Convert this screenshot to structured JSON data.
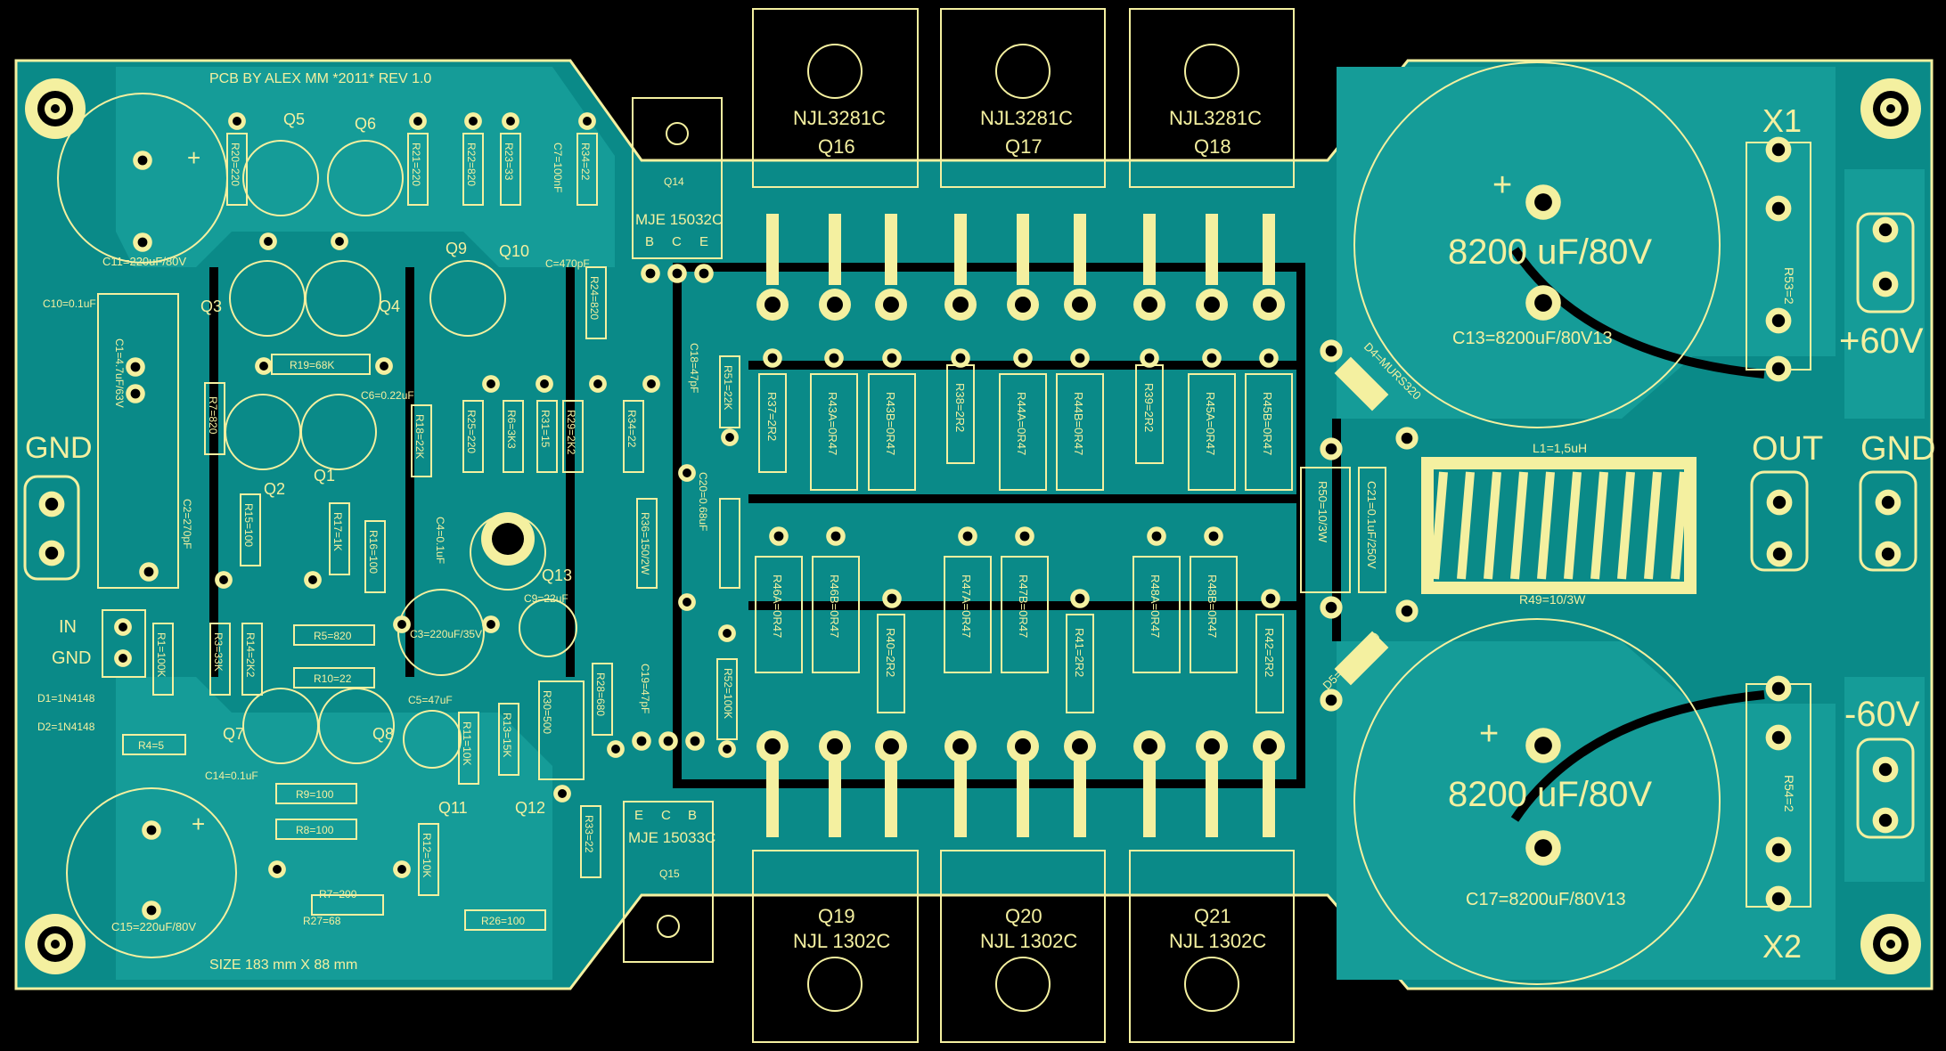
{
  "header_note": "PCB BY ALEX MM *2011* REV 1.0",
  "size_note": "SIZE 183 mm X 88 mm",
  "connectors": {
    "x1": "X1",
    "x2": "X2",
    "plus60": "+60V",
    "minus60": "-60V",
    "out": "OUT",
    "gnd_right": "GND",
    "gnd_left": "GND",
    "in": "IN",
    "in_gnd": "GND"
  },
  "big_caps": {
    "top_value": "8200 uF/80V",
    "top_ref": "C13=8200uF/80V13",
    "bottom_value": "8200 uF/80V",
    "bottom_ref": "C17=8200uF/80V13",
    "plus_sign": "+"
  },
  "power_top": [
    {
      "part": "NJL3281C",
      "ref": "Q16"
    },
    {
      "part": "NJL3281C",
      "ref": "Q17"
    },
    {
      "part": "NJL3281C",
      "ref": "Q18"
    }
  ],
  "power_bottom": [
    {
      "ref": "Q19",
      "part": "NJL 1302C"
    },
    {
      "ref": "Q20",
      "part": "NJL 1302C"
    },
    {
      "ref": "Q21",
      "part": "NJL 1302C"
    }
  ],
  "drivers": {
    "q14_ref": "Q14",
    "q14_part": "MJE 15032C",
    "q15_ref": "Q15",
    "q15_part": "MJE 15033C",
    "q14_pins": [
      "B",
      "C",
      "E"
    ],
    "q15_pins": [
      "E",
      "C",
      "B"
    ]
  },
  "inductor": {
    "label": "L1=1,5uH",
    "resistor": "R49=10/3W"
  },
  "diodes": {
    "d4": "D4=MURS320",
    "d5": "D5=MURS320"
  },
  "right_parts": {
    "r53": "R53=2",
    "r54": "R54=2",
    "r50": "R50=10/3W",
    "c21": "C21=0.1uF/250V"
  },
  "emitter_top": [
    "R37=2R2",
    "R43A=0R47",
    "R43B=0R47",
    "R38=2R2",
    "R44A=0R47",
    "R44B=0R47",
    "R39=2R2",
    "R45A=0R47",
    "R45B=0R47"
  ],
  "emitter_bottom": [
    "R46A=0R47",
    "R46B=0R47",
    "R40=2R2",
    "R47A=0R47",
    "R47B=0R47",
    "R41=2R2",
    "R48A=0R47",
    "R48B=0R47",
    "R42=2R2"
  ],
  "small_transistors": [
    "Q1",
    "Q2",
    "Q3",
    "Q4",
    "Q5",
    "Q6",
    "Q7",
    "Q8",
    "Q9",
    "Q10",
    "Q11",
    "Q12",
    "Q13"
  ],
  "small_caps": {
    "c11": "C11=220uF/80V",
    "c15": "C15=220uF/80V",
    "c10": "C10=0.1uF",
    "c14": "C14=0.1uF",
    "c1": "C1=4.7uF/63V",
    "c2": "C2=270pF",
    "c3": "C3=220uF/35V",
    "c9": "C9=22uF",
    "c5": "C5=47uF",
    "c4": "C4=0.1uF",
    "c6": "C6=0.22uF",
    "c7": "C7=100nF",
    "c8": "C=470pF",
    "c18": "C18=47pF",
    "c19": "C19=47pF",
    "c20": "C20=0.68uF"
  },
  "small_res": {
    "r20": "R20=220",
    "r21": "R21=220",
    "r22": "R22=820",
    "r23": "R23=33",
    "r34a": "R34=22",
    "r24": "R24=820",
    "r19": "R19=68K",
    "r7": "R7=820",
    "r15": "R15=100",
    "r17": "R17=1K",
    "r16": "R16=100",
    "r18": "R18=22K",
    "r25": "R25=220",
    "r6": "R6=3K3",
    "r31": "R31=15",
    "r29": "R29=2K2",
    "r34b": "R34=22",
    "r51": "R51=22K",
    "r36": "R36=150/2W",
    "r5": "R5=820",
    "r10": "R10=22",
    "r1": "R1=100K",
    "r3": "R3=33K",
    "r14": "R14=2K2",
    "r4": "R4=5",
    "r9": "R9=100",
    "r8": "R8=100",
    "r7b": "R7=200",
    "r27": "R27=68",
    "r26": "R26=100",
    "r11": "R11=10K",
    "r13": "R13=15K",
    "r12": "R12=10K",
    "r30": "R30=500",
    "r28": "R28=680",
    "r33": "R33=22",
    "r52": "R52=100K",
    "d1": "D1=1N4148",
    "d2": "D2=1N4148"
  },
  "colors": {
    "board": "#0a8a88",
    "copper": "#15a4a0",
    "silk": "#f4f0a0",
    "background": "#000000"
  }
}
